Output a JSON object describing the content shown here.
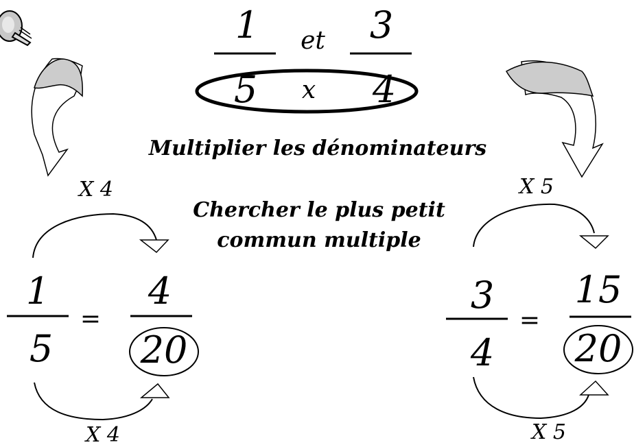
{
  "top": {
    "frac1_num": "1",
    "frac2_num": "3",
    "connector": "et",
    "den1": "5",
    "times": "x",
    "den2": "4"
  },
  "captions": {
    "multiply": "Multiplier les dénominateurs",
    "lcm_line1": "Chercher le plus petit",
    "lcm_line2": "commun multiple"
  },
  "left": {
    "factor_top": "X 4",
    "factor_bottom": "X 4",
    "orig_num": "1",
    "orig_den": "5",
    "equals": "=",
    "new_num": "4",
    "new_den": "20"
  },
  "right": {
    "factor_top": "X 5",
    "factor_bottom": "X 5",
    "orig_num": "3",
    "orig_den": "4",
    "equals": "=",
    "new_num": "15",
    "new_den": "20"
  },
  "colors": {
    "ink": "#000000",
    "arrow_fill": "#cccccc",
    "background": "#ffffff"
  },
  "icons": [
    "magnifier-pen-clipart",
    "curved-arrow-left",
    "curved-arrow-right"
  ]
}
